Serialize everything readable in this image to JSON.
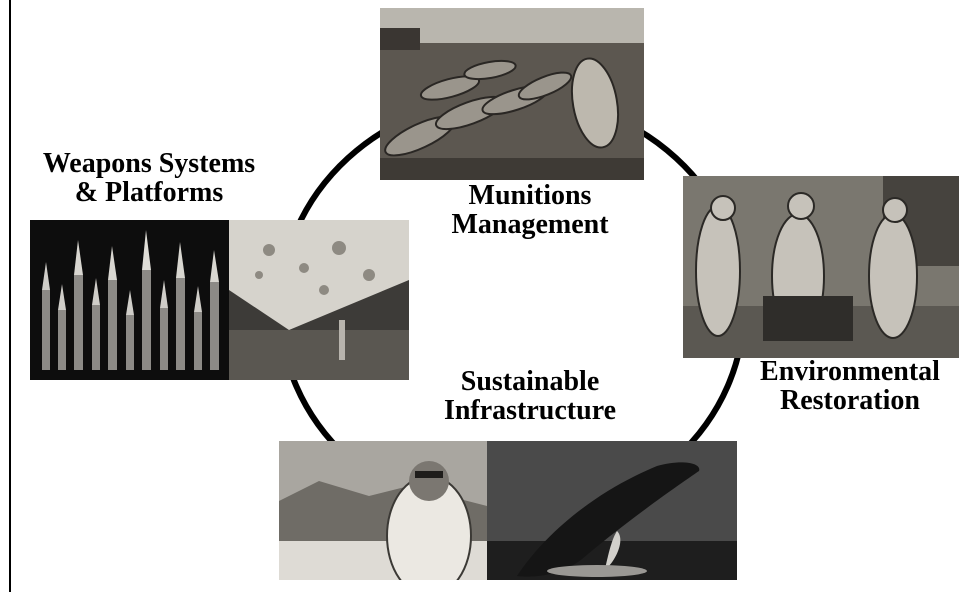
{
  "diagram": {
    "ring_color": "#000000",
    "nodes": [
      {
        "id": "munitions",
        "lines": [
          "Munitions",
          "Management"
        ],
        "photo": "munitions-field-photo"
      },
      {
        "id": "weapons",
        "lines": [
          "Weapons Systems",
          "& Platforms"
        ],
        "photos": [
          "ammunition-rounds-photo",
          "aircraft-corrosion-photo"
        ]
      },
      {
        "id": "environmental",
        "lines": [
          "Environmental",
          "Restoration"
        ],
        "photo": "hazmat-cleanup-crew-photo"
      },
      {
        "id": "infrastructure",
        "lines": [
          "Sustainable",
          "Infrastructure"
        ],
        "photos": [
          "arctic-soldier-photo",
          "breaching-whale-photo"
        ]
      }
    ]
  }
}
